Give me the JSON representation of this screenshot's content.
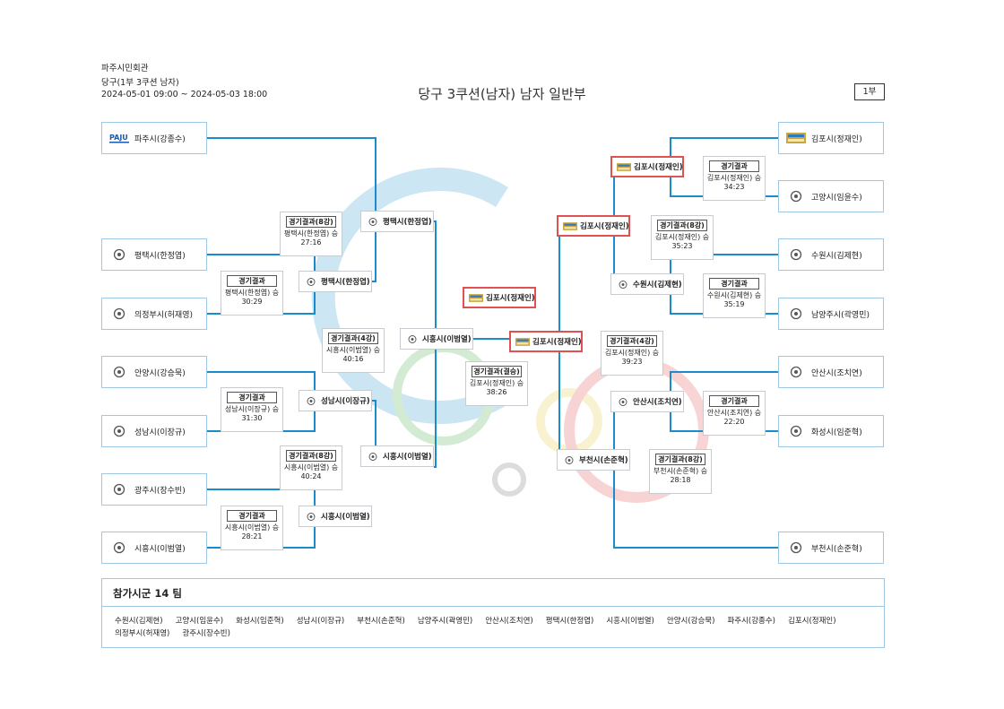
{
  "header": {
    "venue": "파주시민회관",
    "category": "당구(1부 3쿠션 남자)",
    "dates": "2024-05-01 09:00 ~ 2024-05-03 18:00",
    "title": "당구 3쿠션(남자) 남자 일반부",
    "page_badge": "1부"
  },
  "colors": {
    "bracket_line": "#1a8ccc",
    "highlight": "#e05252",
    "team_border": "#9ec8e6",
    "logo_gold": "#c9a640"
  },
  "entries": [
    {
      "id": "L1",
      "name": "파주시(강종수)",
      "logo": "paju-logo"
    },
    {
      "id": "L2",
      "name": "평택시(한정엽)",
      "logo": "city-emblem-icon"
    },
    {
      "id": "L3",
      "name": "의정부시(허재영)",
      "logo": "city-emblem-icon"
    },
    {
      "id": "L4",
      "name": "안양시(강승묵)",
      "logo": "city-emblem-icon"
    },
    {
      "id": "L5",
      "name": "성남시(이장규)",
      "logo": "city-emblem-icon"
    },
    {
      "id": "L6",
      "name": "광주시(장수빈)",
      "logo": "city-emblem-icon"
    },
    {
      "id": "L7",
      "name": "시흥시(이범열)",
      "logo": "city-emblem-icon"
    },
    {
      "id": "R1",
      "name": "김포시(정재인)",
      "logo": "gimpo-logo"
    },
    {
      "id": "R2",
      "name": "고양시(임윤수)",
      "logo": "city-emblem-icon"
    },
    {
      "id": "R3",
      "name": "수원시(김제현)",
      "logo": "city-emblem-icon"
    },
    {
      "id": "R4",
      "name": "남양주시(곽영민)",
      "logo": "city-emblem-icon"
    },
    {
      "id": "R5",
      "name": "안산시(조치연)",
      "logo": "city-emblem-icon"
    },
    {
      "id": "R6",
      "name": "화성시(임준혁)",
      "logo": "city-emblem-icon"
    },
    {
      "id": "R7",
      "name": "부천시(손준혁)",
      "logo": "city-emblem-icon"
    }
  ],
  "advancers": [
    {
      "id": "A1",
      "name": "평택시(한정엽)",
      "logo": "city-emblem-icon",
      "highlight": false
    },
    {
      "id": "A2",
      "name": "평택시(한정엽)",
      "logo": "city-emblem-icon",
      "highlight": false
    },
    {
      "id": "A3",
      "name": "성남시(이장규)",
      "logo": "city-emblem-icon",
      "highlight": false
    },
    {
      "id": "A4",
      "name": "시흥시(이범열)",
      "logo": "city-emblem-icon",
      "highlight": false
    },
    {
      "id": "A5",
      "name": "시흥시(이범열)",
      "logo": "city-emblem-icon",
      "highlight": false
    },
    {
      "id": "A6",
      "name": "시흥시(이범열)",
      "logo": "city-emblem-icon",
      "highlight": false
    },
    {
      "id": "A7",
      "name": "김포시(정재인)",
      "logo": "gimpo-logo",
      "highlight": true
    },
    {
      "id": "A8",
      "name": "김포시(정재인)",
      "logo": "gimpo-logo",
      "highlight": true
    },
    {
      "id": "A9",
      "name": "김포시(정재인)",
      "logo": "gimpo-logo",
      "highlight": true
    },
    {
      "id": "A10",
      "name": "김포시(정재인)",
      "logo": "gimpo-logo",
      "highlight": true
    },
    {
      "id": "A11",
      "name": "수원시(김제현)",
      "logo": "city-emblem-icon",
      "highlight": false
    },
    {
      "id": "A12",
      "name": "안산시(조치연)",
      "logo": "city-emblem-icon",
      "highlight": false
    },
    {
      "id": "A13",
      "name": "부천시(손준혁)",
      "logo": "city-emblem-icon",
      "highlight": false
    }
  ],
  "results": [
    {
      "id": "M1",
      "title": "경기결과(8강)",
      "winner": "평택시(한정엽) 승",
      "score": "27:16"
    },
    {
      "id": "M2",
      "title": "경기결과",
      "winner": "평택시(한정엽) 승",
      "score": "30:29"
    },
    {
      "id": "M3",
      "title": "경기결과(4강)",
      "winner": "시흥시(이범열) 승",
      "score": "40:16"
    },
    {
      "id": "M4",
      "title": "경기결과",
      "winner": "성남시(이장규) 승",
      "score": "31:30"
    },
    {
      "id": "M5",
      "title": "경기결과(8강)",
      "winner": "시흥시(이범열) 승",
      "score": "40:24"
    },
    {
      "id": "M6",
      "title": "경기결과",
      "winner": "시흥시(이범열) 승",
      "score": "28:21"
    },
    {
      "id": "M7",
      "title": "경기결과(결승)",
      "winner": "김포시(정재인) 승",
      "score": "38:26"
    },
    {
      "id": "M8",
      "title": "경기결과",
      "winner": "김포시(정재인) 승",
      "score": "34:23"
    },
    {
      "id": "M9",
      "title": "경기결과(8강)",
      "winner": "김포시(정재인) 승",
      "score": "35:23"
    },
    {
      "id": "M10",
      "title": "경기결과",
      "winner": "수원시(김제현) 승",
      "score": "35:19"
    },
    {
      "id": "M11",
      "title": "경기결과(4강)",
      "winner": "김포시(정재인) 승",
      "score": "39:23"
    },
    {
      "id": "M12",
      "title": "경기결과",
      "winner": "안산시(조치연) 승",
      "score": "22:20"
    },
    {
      "id": "M13",
      "title": "경기결과(8강)",
      "winner": "부천시(손준혁) 승",
      "score": "28:18"
    }
  ],
  "participants": {
    "title": "참가시군 14 팀",
    "teams": [
      "수원시(김제현)",
      "고양시(임윤수)",
      "화성시(임준혁)",
      "성남시(이장규)",
      "부천시(손준혁)",
      "남양주시(곽영민)",
      "안산시(조치연)",
      "평택시(한정엽)",
      "시흥시(이범열)",
      "안양시(강승묵)",
      "파주시(강종수)",
      "김포시(정재인)",
      "의정부시(허재영)",
      "광주시(장수빈)"
    ]
  }
}
